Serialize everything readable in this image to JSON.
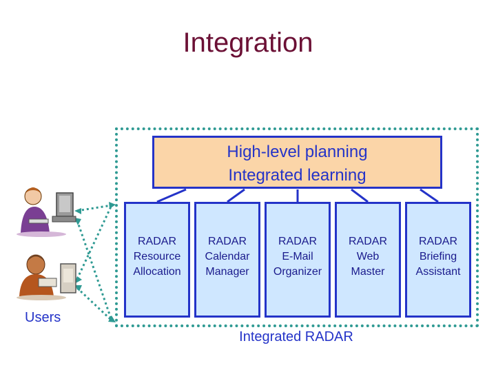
{
  "title": "Integration",
  "top_box": {
    "line1": "High-level planning",
    "line2": "Integrated learning"
  },
  "modules": [
    {
      "line1": "RADAR",
      "line2": "Resource",
      "line3": "Allocation"
    },
    {
      "line1": "RADAR",
      "line2": "Calendar",
      "line3": "Manager"
    },
    {
      "line1": "RADAR",
      "line2": "E-Mail",
      "line3": "Organizer"
    },
    {
      "line1": "RADAR",
      "line2": "Web",
      "line3": "Master"
    },
    {
      "line1": "RADAR",
      "line2": "Briefing",
      "line3": "Assistant"
    }
  ],
  "caption": "Integrated RADAR",
  "users_label": "Users",
  "colors": {
    "title": "#6b1035",
    "accent_blue": "#2433c8",
    "top_box_fill": "#fbd5a8",
    "module_fill": "#cfe7ff",
    "dotted_border": "#2f9a93"
  }
}
